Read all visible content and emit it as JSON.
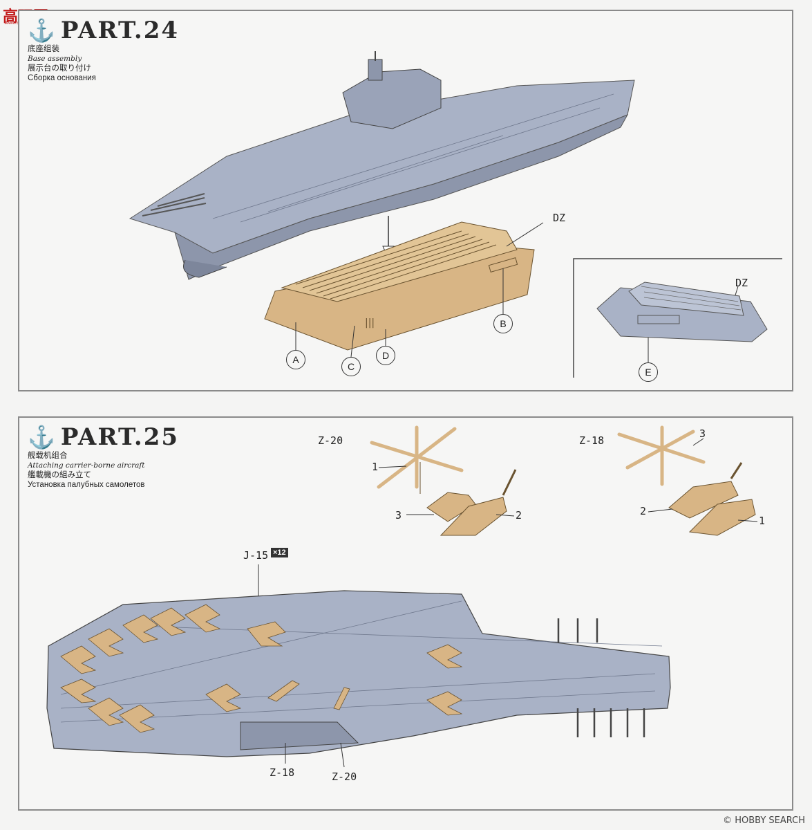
{
  "watermark": {
    "site_logo": "高玩网",
    "site_url": "www.gaoshou.net",
    "hobby": "© HOBBY SEARCH"
  },
  "part24": {
    "title": "PART.24",
    "subtitle_zh": "底座组装",
    "subtitle_en": "Base assembly",
    "subtitle_ja": "展示台の取り付け",
    "subtitle_ru": "Сборка основания",
    "labels": {
      "dz_main": "DZ",
      "dz_alt": "DZ"
    },
    "callouts": {
      "a": "A",
      "b": "B",
      "c": "C",
      "d": "D",
      "e": "E"
    }
  },
  "part25": {
    "title": "PART.25",
    "subtitle_zh": "舰载机组合",
    "subtitle_en": "Attaching carrier-borne aircraft",
    "subtitle_ja": "艦載機の組み立て",
    "subtitle_ru": "Установка палубных самолетов",
    "z20": {
      "label": "Z-20",
      "part1": "1",
      "part2": "2",
      "part3": "3"
    },
    "z18": {
      "label": "Z-18",
      "part1": "1",
      "part2": "2",
      "part3": "3"
    },
    "j15": {
      "label": "J-15",
      "count": "×12"
    },
    "deck_labels": {
      "z18": "Z-18",
      "z20": "Z-20"
    }
  },
  "colors": {
    "hull": "#a9b2c6",
    "hull_dark": "#7d869b",
    "base_tan": "#d8b585",
    "frame": "#8a8a8a"
  }
}
